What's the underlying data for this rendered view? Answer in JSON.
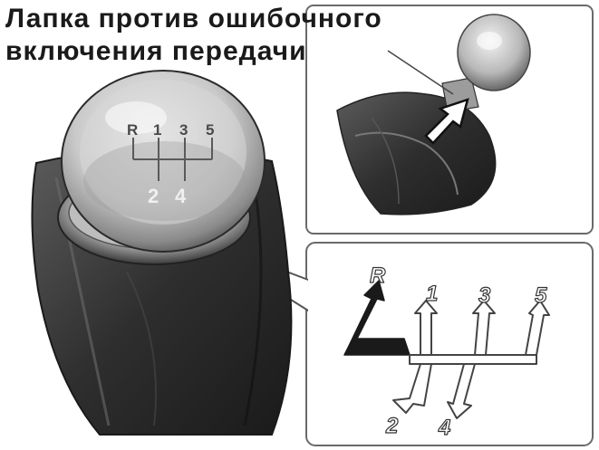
{
  "caption": {
    "line1": "Лапка против ошибочного",
    "line2": "включения передачи"
  },
  "knob": {
    "top_row": [
      "R",
      "1",
      "3",
      "5"
    ],
    "bottom_row": [
      "2",
      "4"
    ]
  },
  "shift_diagram": {
    "reverse": "R",
    "top": [
      "1",
      "3",
      "5"
    ],
    "bottom": [
      "2",
      "4"
    ]
  }
}
